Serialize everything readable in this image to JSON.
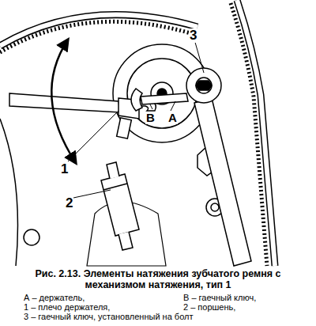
{
  "diagram": {
    "caption": "Рис. 2.13. Элементы натяжения зубчатого ремня с механизмом натяжения, тип 1",
    "labels": [
      "3",
      "B",
      "A",
      "1",
      "2",
      "А – держатель,",
      "В – гаечный ключ,",
      "1 – плечо держателя,",
      "2 – поршень,",
      "3 – гаечный ключ, установленный на болт"
    ]
  }
}
